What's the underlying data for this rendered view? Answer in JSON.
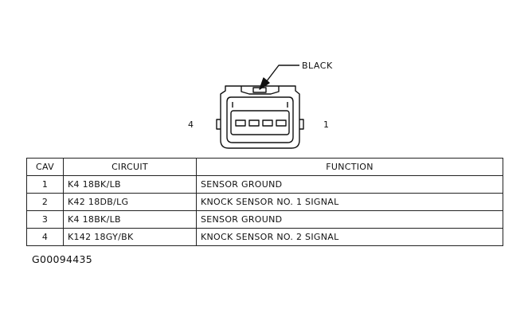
{
  "connector": {
    "color_label": "BLACK",
    "pin_left": "4",
    "pin_right": "1"
  },
  "table": {
    "headers": [
      "CAV",
      "CIRCUIT",
      "FUNCTION"
    ],
    "rows": [
      {
        "cav": "1",
        "circuit": "K4 18BK/LB",
        "function": "SENSOR GROUND"
      },
      {
        "cav": "2",
        "circuit": "K42 18DB/LG",
        "function": "KNOCK SENSOR NO. 1 SIGNAL"
      },
      {
        "cav": "3",
        "circuit": "K4 18BK/LB",
        "function": "SENSOR GROUND"
      },
      {
        "cav": "4",
        "circuit": "K142 18GY/BK",
        "function": "KNOCK SENSOR NO. 2 SIGNAL"
      }
    ]
  },
  "figure_id": "G00094435"
}
